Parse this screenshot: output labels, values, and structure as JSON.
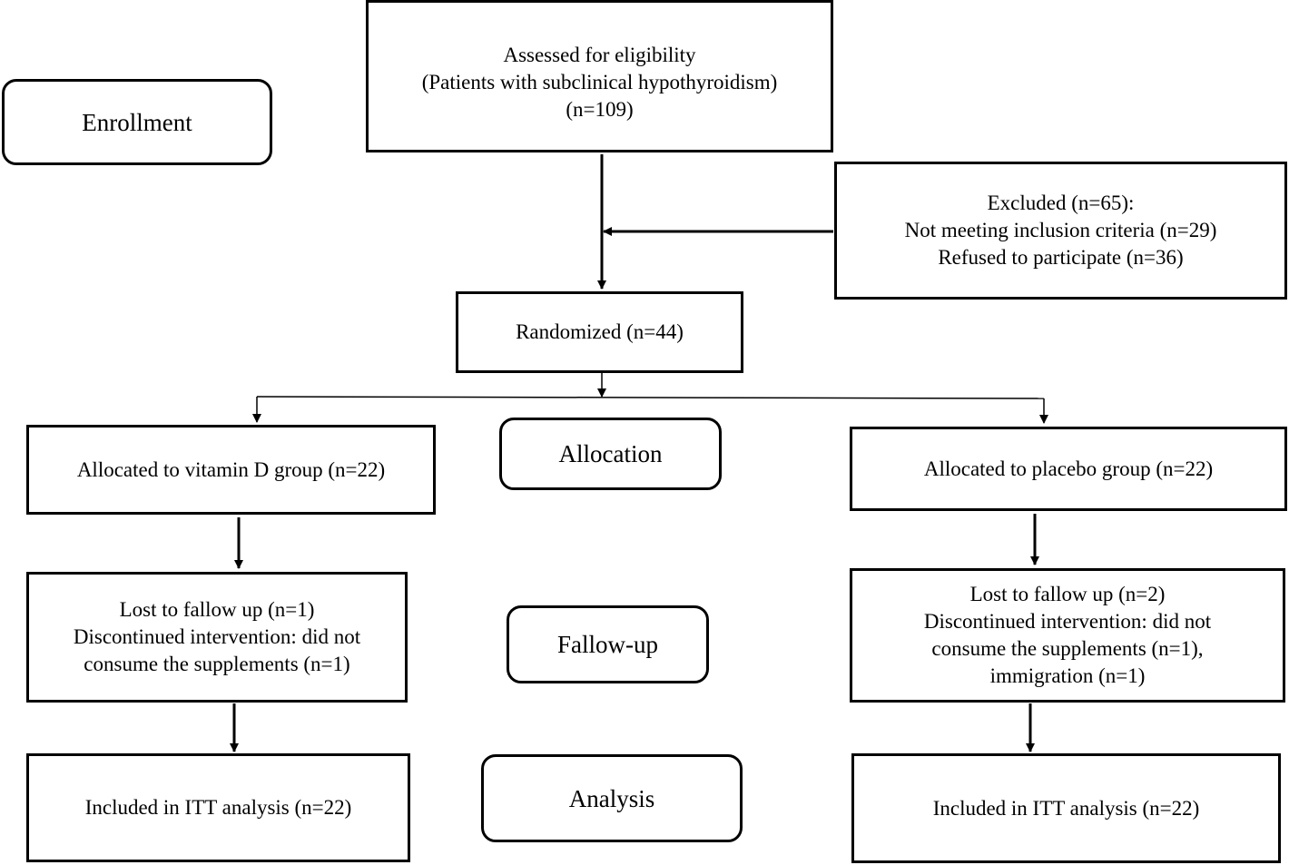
{
  "stages": {
    "enrollment": "Enrollment",
    "allocation": "Allocation",
    "followup": "Fallow-up",
    "analysis": "Analysis"
  },
  "assessed": {
    "line1": "Assessed for eligibility",
    "line2": "(Patients with subclinical hypothyroidism)",
    "line3": "(n=109)"
  },
  "excluded": {
    "line1": "Excluded (n=65):",
    "line2": "Not meeting inclusion criteria (n=29)",
    "line3": "Refused to participate (n=36)"
  },
  "randomized": "Randomized (n=44)",
  "vitamin_d": {
    "allocated": "Allocated to vitamin D group (n=22)",
    "lost_line1": "Lost to fallow up (n=1)",
    "lost_line2": "Discontinued intervention: did not",
    "lost_line3": "consume the supplements (n=1)",
    "analysis": "Included in ITT analysis (n=22)"
  },
  "placebo": {
    "allocated": "Allocated to placebo group (n=22)",
    "lost_line1": "Lost to fallow up (n=2)",
    "lost_line2": "Discontinued intervention: did not",
    "lost_line3": "consume the supplements (n=1),",
    "lost_line4": "immigration (n=1)",
    "analysis": "Included in ITT analysis (n=22)"
  }
}
